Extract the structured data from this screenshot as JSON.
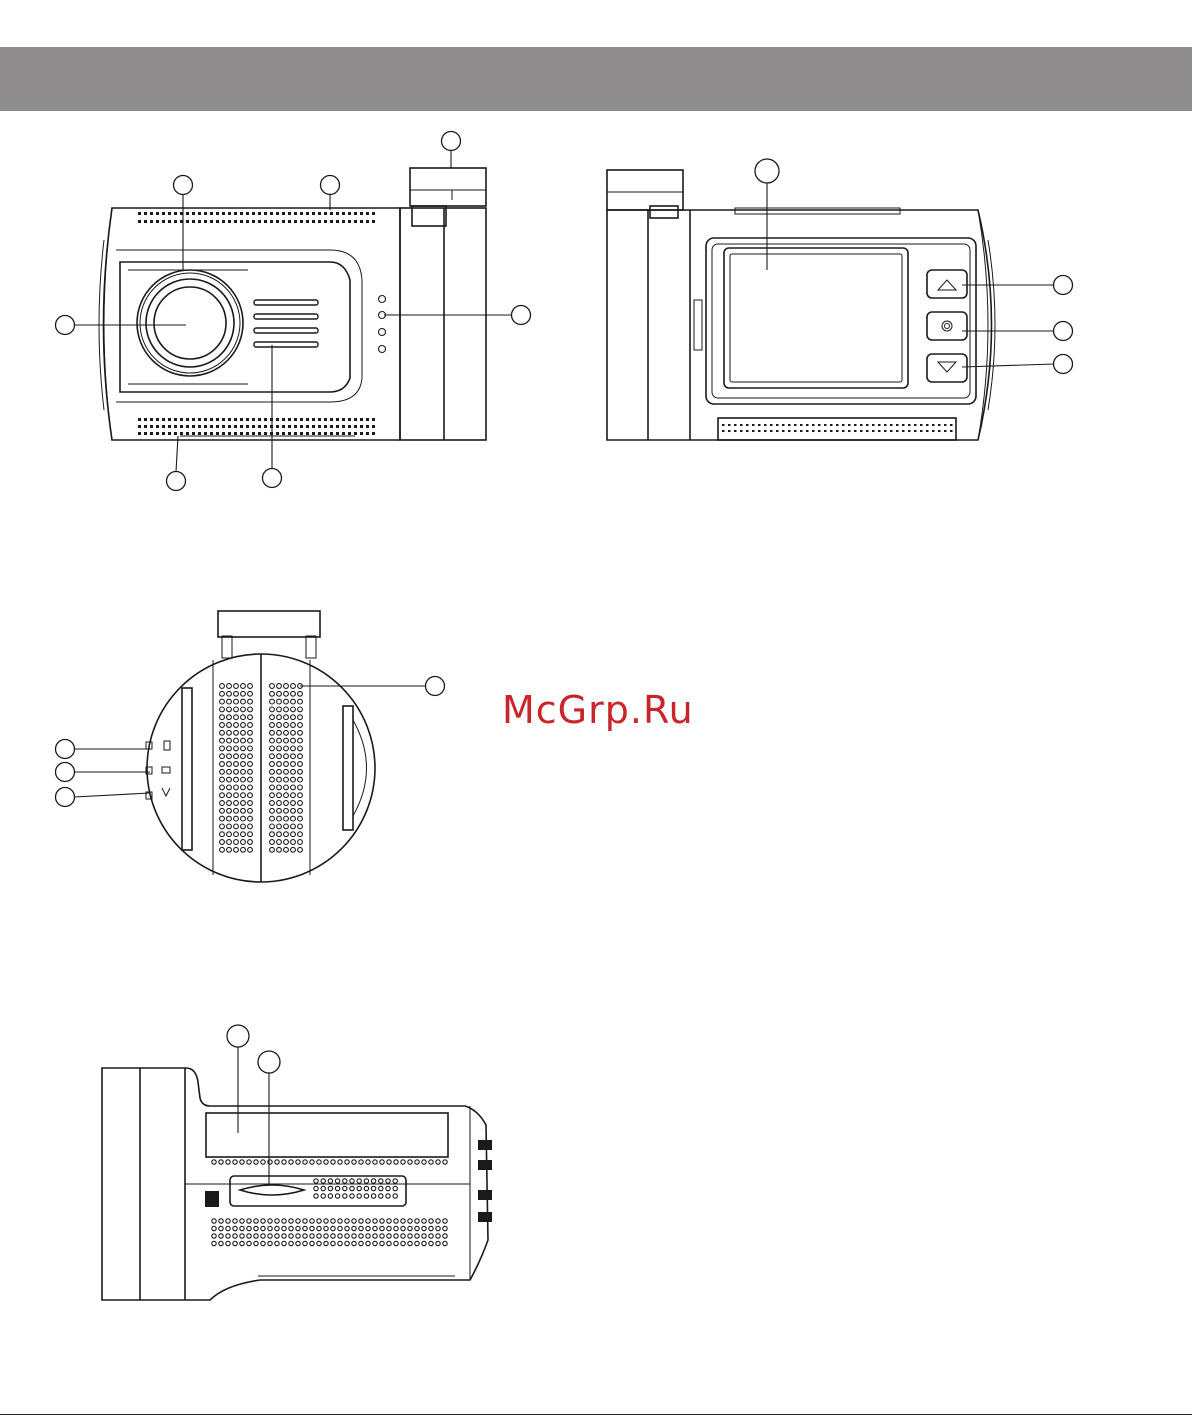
{
  "header": {
    "color": "#8f8d8e"
  },
  "watermark": {
    "text": "McGrp.Ru",
    "color": "#c8262b"
  },
  "views": [
    {
      "name": "front-view",
      "callout_count": 7
    },
    {
      "name": "rear-view",
      "callout_count": 4
    },
    {
      "name": "side-view",
      "callout_count": 4
    },
    {
      "name": "bottom-view",
      "callout_count": 2
    }
  ],
  "icons": {
    "rear_buttons": [
      "up-arrow-icon",
      "record-icon",
      "down-arrow-icon"
    ],
    "side_indicators": [
      "battery-icon",
      "video-camera-icon",
      "gps-signal-icon"
    ],
    "bottom": [
      "micro-sd-card-icon"
    ]
  }
}
